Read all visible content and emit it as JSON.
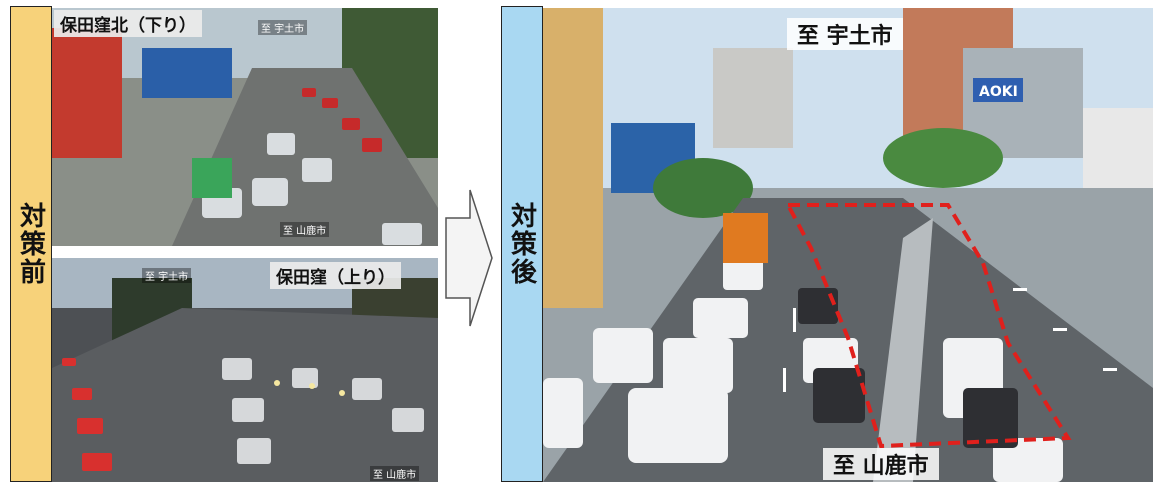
{
  "before": {
    "side_label": "対策前",
    "top_photo": {
      "location": "保田窪北（下り）",
      "to_top": "至 宇土市",
      "to_bottom": "至 山鹿市"
    },
    "bottom_photo": {
      "location": "保田窪（上り）",
      "to_top": "至 宇土市",
      "to_bottom": "至 山鹿市"
    }
  },
  "after": {
    "side_label": "対策後",
    "photo": {
      "to_top": "至 宇土市",
      "to_bottom": "至 山鹿市",
      "store_sign": "AOKI"
    }
  },
  "colors": {
    "before_label_bg": "#f7d27a",
    "after_label_bg": "#a9d8f2",
    "highlight_outline": "#e0201c"
  }
}
